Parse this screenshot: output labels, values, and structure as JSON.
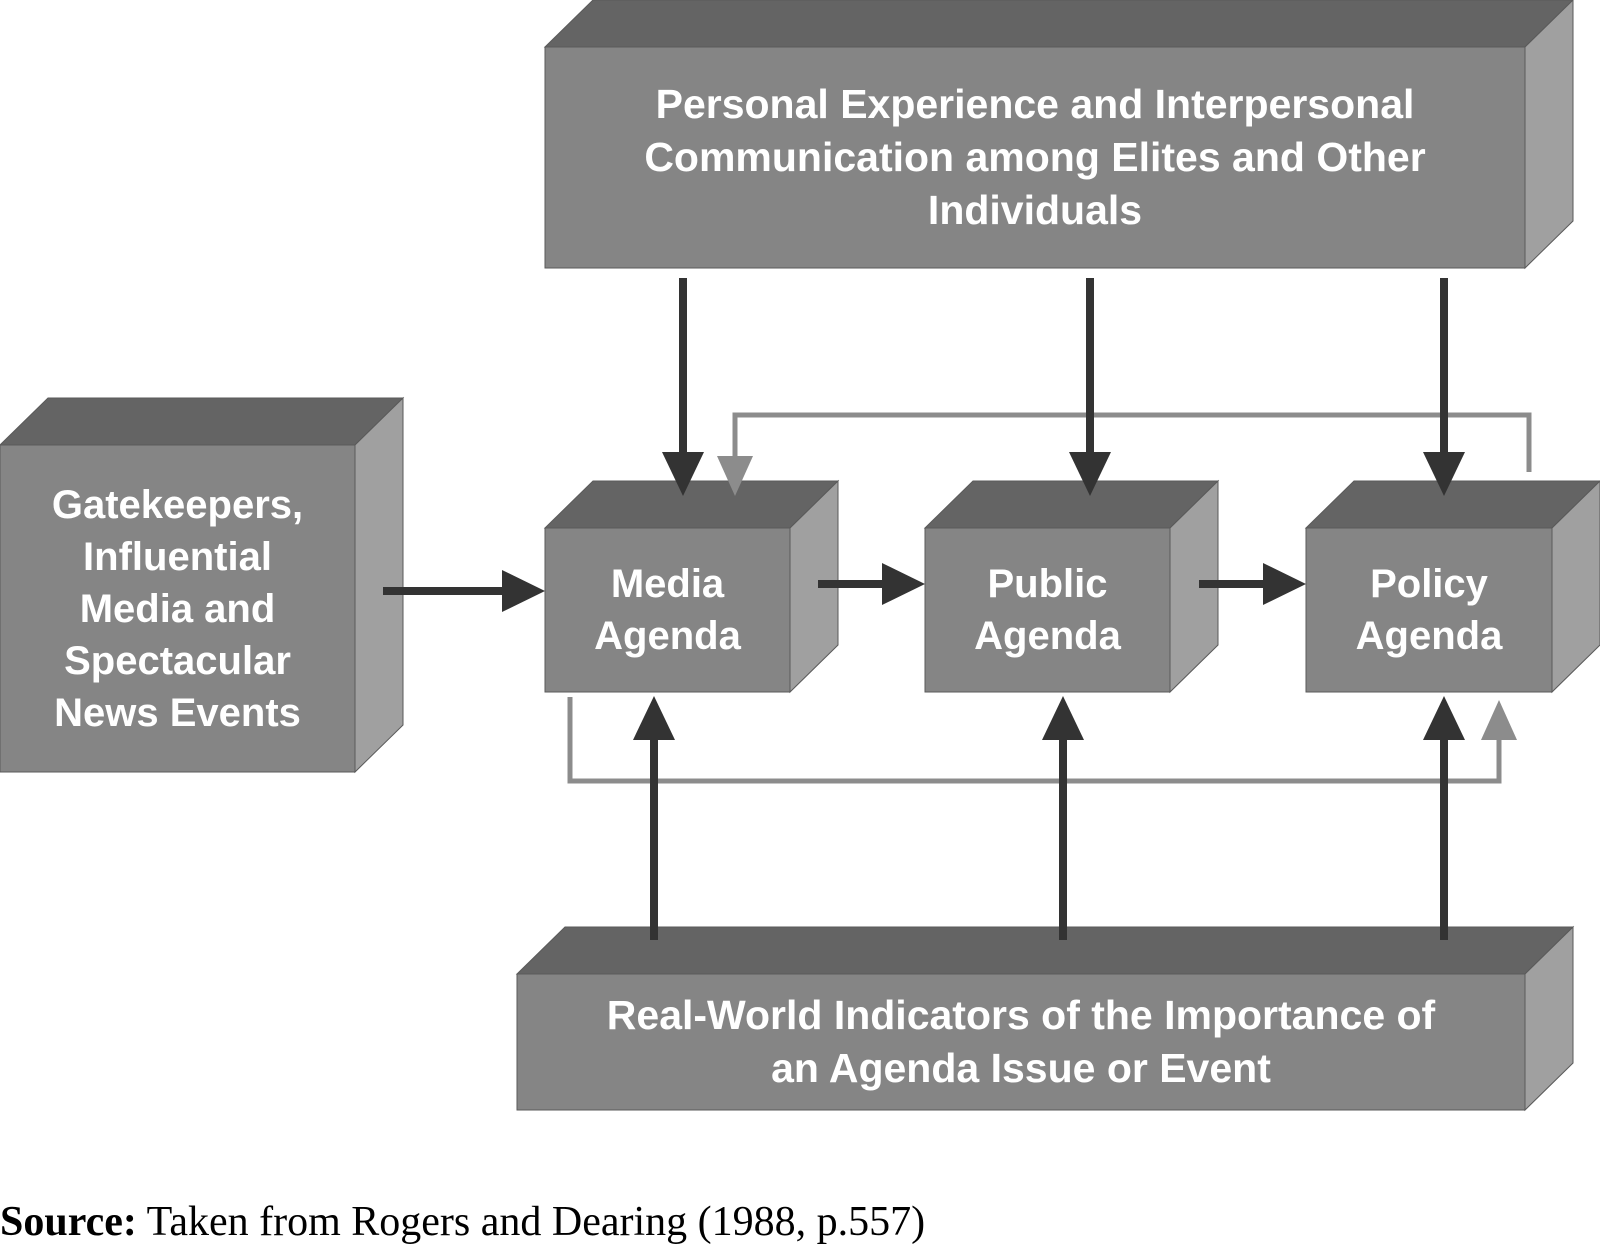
{
  "boxes": {
    "personal": "Personal Experience and Interpersonal\nCommunication among Elites and Other\nIndividuals",
    "gatekeepers": "Gatekeepers,\nInfluential\nMedia and\nSpectacular\nNews Events",
    "media": "Media\nAgenda",
    "public": "Public\nAgenda",
    "policy": "Policy\nAgenda",
    "realworld": "Real-World Indicators of the Importance of\nan Agenda Issue or Event"
  },
  "source": {
    "label": "Source:",
    "text": " Taken from Rogers and Dearing (1988, p.557)"
  },
  "colors": {
    "front": "#858585",
    "top": "#646464",
    "side": "#a0a0a0",
    "edge": "#5a5a5a",
    "arrow_dark": "#333333",
    "arrow_light": "#8c8c8c"
  }
}
